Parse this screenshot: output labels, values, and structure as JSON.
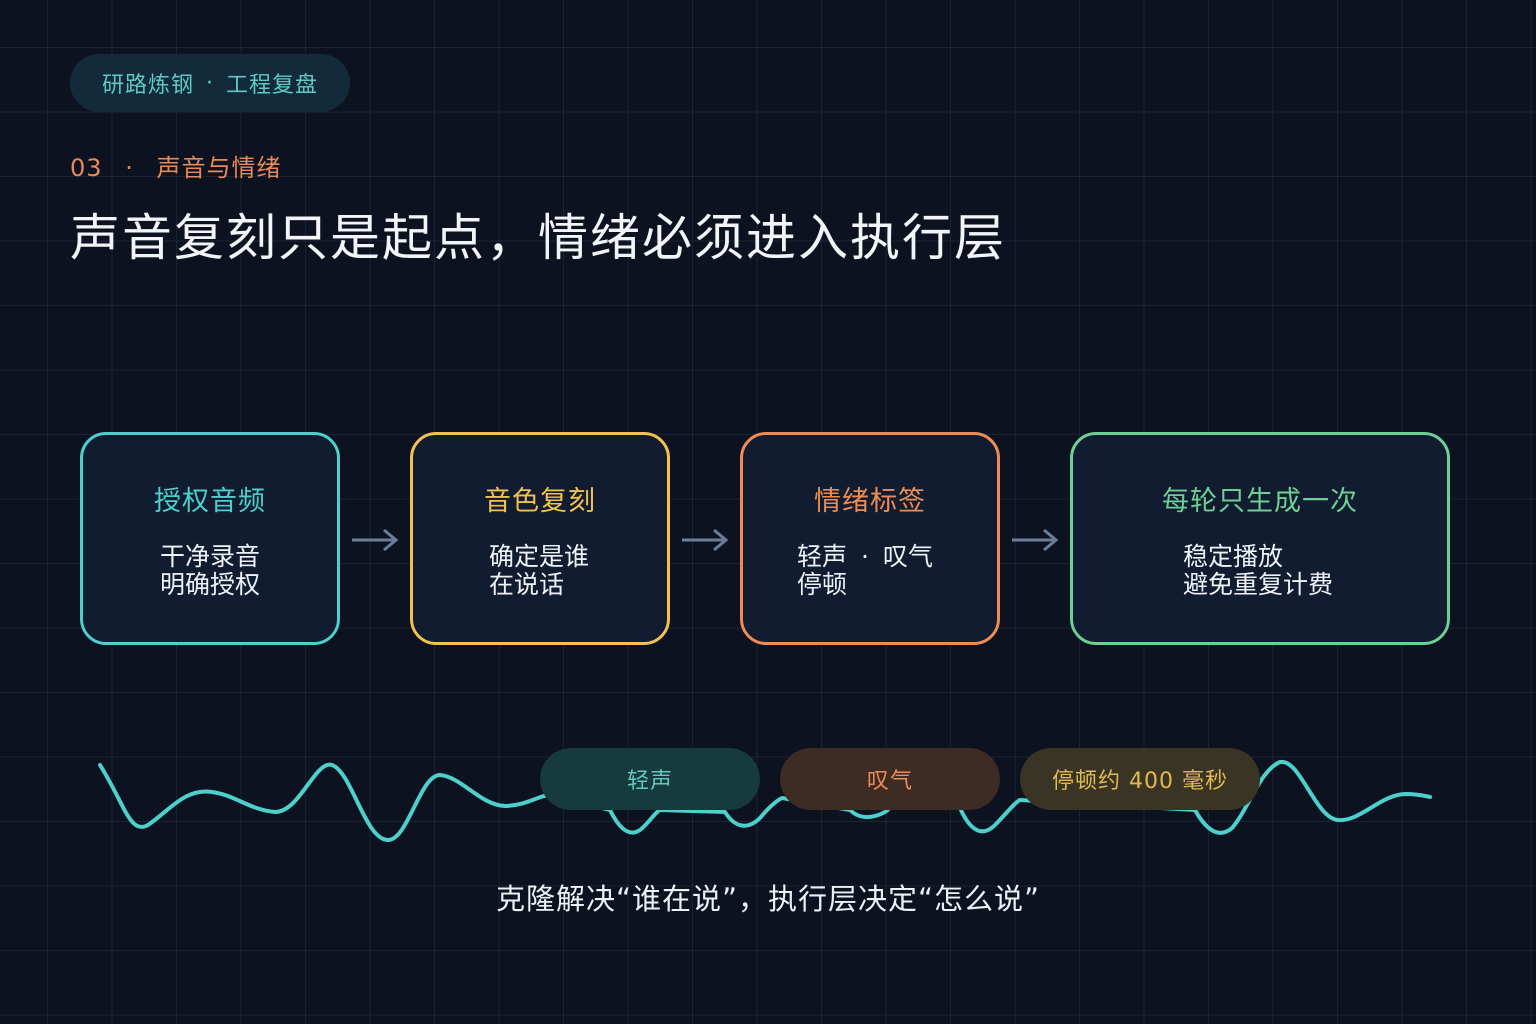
{
  "badge": {
    "left": "研路炼钢",
    "sep": "·",
    "right": "工程复盘"
  },
  "section": {
    "number": "03",
    "sep": "·",
    "name": "声音与情绪"
  },
  "title": "声音复刻只是起点，情绪必须进入执行层",
  "steps": [
    {
      "title": "授权音频",
      "lines": [
        "干净录音",
        "明确授权"
      ],
      "color": "#4dcfcb"
    },
    {
      "title": "音色复刻",
      "lines": [
        "确定是谁",
        "在说话"
      ],
      "color": "#f2c14e"
    },
    {
      "title": "情绪标签",
      "line1a": "轻声",
      "sep": "·",
      "line1b": "叹气",
      "line2": "停顿",
      "color": "#ef8c55"
    },
    {
      "title": "每轮只生成一次",
      "lines": [
        "稳定播放",
        "避免重复计费"
      ],
      "color": "#6fce93"
    }
  ],
  "arrow_color": "#6b7d98",
  "wave_color": "#4dcfcb",
  "tags": [
    {
      "label": "轻声",
      "color": "#5fc9c4",
      "bg": "#173a3c"
    },
    {
      "label": "叹气",
      "color": "#ef8c55",
      "bg": "#3c2c24"
    },
    {
      "label": "停顿约 400 毫秒",
      "color": "#e3ba4f",
      "bg": "#3a3424"
    }
  ],
  "caption": "克隆解决“谁在说”，执行层决定“怎么说”"
}
